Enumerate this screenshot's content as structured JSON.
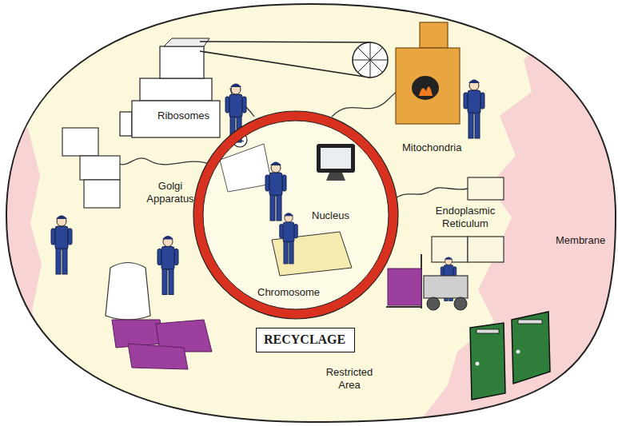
{
  "diagram": {
    "nodes": [
      {
        "text": [
          "Membrane"
        ]
      },
      {
        "text": [
          "Nucleus",
          "Chromosome"
        ],
        "in": 0
      },
      {
        "text": [
          "RECYCLAGE"
        ],
        "in": 0
      }
    ],
    "labels": [
      "Ribosomes",
      "Mitochondria",
      "Golgi Apparatus",
      "Endoplasmic Reticulum",
      "Restricted Area"
    ]
  }
}
